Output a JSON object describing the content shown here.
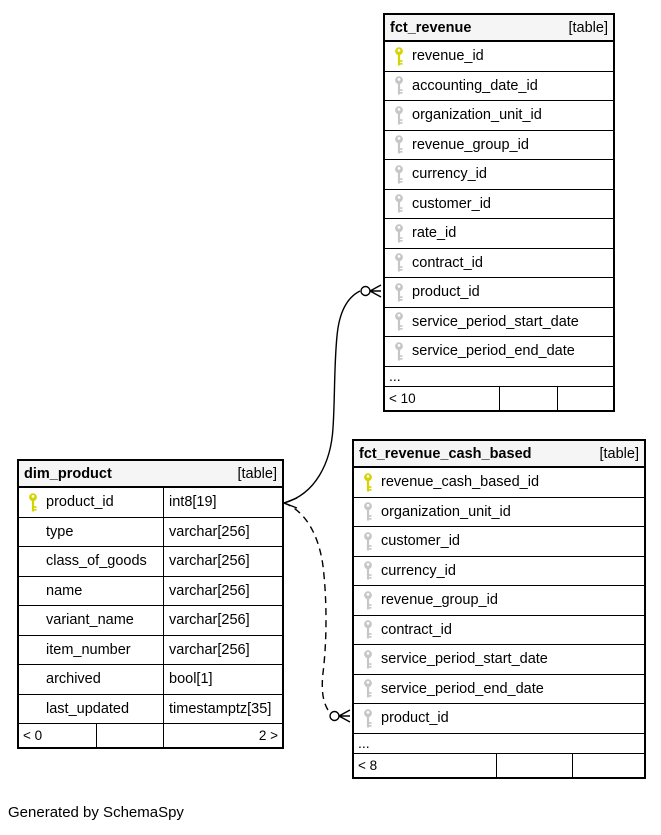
{
  "diagram": {
    "generated_note": "Generated by SchemaSpy",
    "colors": {
      "primary_key": "#d4d400",
      "foreign_key": "#c6c6c6",
      "header_bg": "#f5f5f5",
      "border": "#000000",
      "background": "#ffffff"
    },
    "tables": [
      {
        "name": "fct_revenue",
        "badge": "[table]",
        "columns": [
          {
            "name": "revenue_id",
            "key": "primary"
          },
          {
            "name": "accounting_date_id",
            "key": "foreign"
          },
          {
            "name": "organization_unit_id",
            "key": "foreign"
          },
          {
            "name": "revenue_group_id",
            "key": "foreign"
          },
          {
            "name": "currency_id",
            "key": "foreign"
          },
          {
            "name": "customer_id",
            "key": "foreign"
          },
          {
            "name": "rate_id",
            "key": "foreign"
          },
          {
            "name": "contract_id",
            "key": "foreign"
          },
          {
            "name": "product_id",
            "key": "foreign"
          },
          {
            "name": "service_period_start_date",
            "key": "foreign"
          },
          {
            "name": "service_period_end_date",
            "key": "foreign"
          }
        ],
        "ellipsis": "...",
        "footer": [
          "< 10",
          "",
          ""
        ]
      },
      {
        "name": "dim_product",
        "badge": "[table]",
        "columns": [
          {
            "name": "product_id",
            "type": "int8[19]",
            "key": "primary"
          },
          {
            "name": "type",
            "type": "varchar[256]"
          },
          {
            "name": "class_of_goods",
            "type": "varchar[256]"
          },
          {
            "name": "name",
            "type": "varchar[256]"
          },
          {
            "name": "variant_name",
            "type": "varchar[256]"
          },
          {
            "name": "item_number",
            "type": "varchar[256]"
          },
          {
            "name": "archived",
            "type": "bool[1]"
          },
          {
            "name": "last_updated",
            "type": "timestamptz[35]"
          }
        ],
        "footer": [
          "< 0",
          "",
          "2 >"
        ]
      },
      {
        "name": "fct_revenue_cash_based",
        "badge": "[table]",
        "columns": [
          {
            "name": "revenue_cash_based_id",
            "key": "primary"
          },
          {
            "name": "organization_unit_id",
            "key": "foreign"
          },
          {
            "name": "customer_id",
            "key": "foreign"
          },
          {
            "name": "currency_id",
            "key": "foreign"
          },
          {
            "name": "revenue_group_id",
            "key": "foreign"
          },
          {
            "name": "contract_id",
            "key": "foreign"
          },
          {
            "name": "service_period_start_date",
            "key": "foreign"
          },
          {
            "name": "service_period_end_date",
            "key": "foreign"
          },
          {
            "name": "product_id",
            "key": "foreign"
          }
        ],
        "ellipsis": "...",
        "footer": [
          "< 8",
          "",
          ""
        ]
      }
    ],
    "relationships": [
      {
        "from": "dim_product.product_id",
        "to": "fct_revenue.product_id",
        "style": "solid"
      },
      {
        "from": "dim_product.product_id",
        "to": "fct_revenue_cash_based.product_id",
        "style": "dashed"
      }
    ]
  }
}
